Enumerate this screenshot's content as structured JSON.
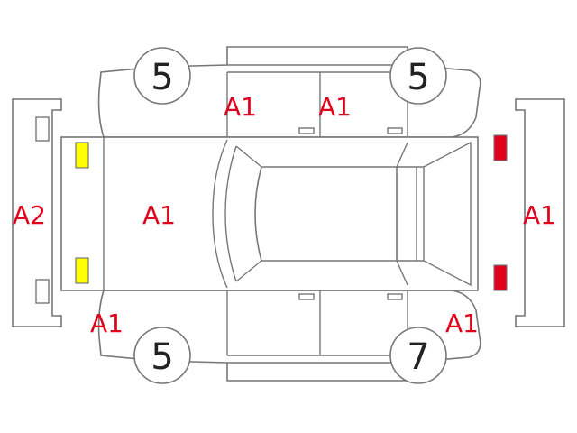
{
  "colors": {
    "outline": "#777777",
    "damage_text": "#e0001b",
    "front_light": "#ffff00",
    "rear_light": "#e0001b",
    "tire_text": "#222222"
  },
  "tires": {
    "front_left": "5",
    "rear_left": "5",
    "front_right": "5",
    "rear_right": "7"
  },
  "labels": {
    "front_bumper": "A2",
    "hood": "A1",
    "left_front_door": "A1",
    "left_rear_door": "A1",
    "rear_panel": "A1",
    "front_right_corner": "A1",
    "rear_right_corner": "A1"
  }
}
